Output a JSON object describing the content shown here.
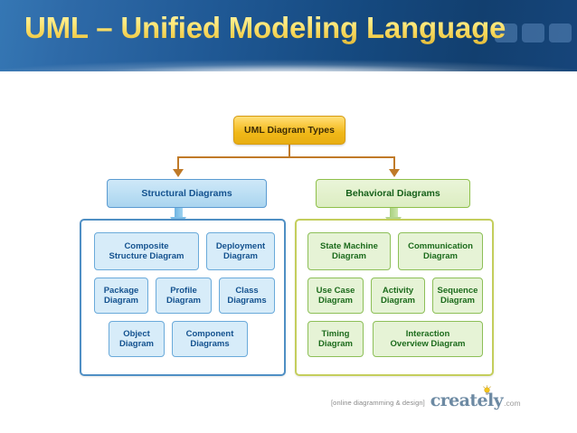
{
  "header": {
    "title": "UML – Unified Modeling Language",
    "decorative_squares": 3,
    "background_color": "#1f5894",
    "title_color": "#ffe87a"
  },
  "diagram": {
    "root": {
      "label": "UML Diagram Types",
      "fill_color": "#f0b818",
      "border_color": "#d79b10",
      "text_color": "#3d2c05"
    },
    "connector_color": "#c07a28",
    "branches": [
      {
        "id": "structural",
        "label": "Structural Diagrams",
        "fill_color": "#bcdff4",
        "border_color": "#5b9bd1",
        "text_color": "#14528f",
        "arrow_color": "#7cbde7",
        "container_border_color": "#4f8fc4",
        "rows": [
          [
            "Composite\nStructure Diagram",
            "Deployment\nDiagram"
          ],
          [
            "Package\nDiagram",
            "Profile\nDiagram",
            "Class\nDiagrams"
          ],
          [
            "Object\nDiagram",
            "Component\nDiagrams"
          ]
        ],
        "items": [
          "Composite Structure Diagram",
          "Deployment Diagram",
          "Package Diagram",
          "Profile Diagram",
          "Class Diagrams",
          "Object Diagram",
          "Component Diagrams"
        ],
        "labels": {
          "composite": "Composite\nStructure Diagram",
          "deployment": "Deployment\nDiagram",
          "package": "Package\nDiagram",
          "profile": "Profile\nDiagram",
          "class": "Class\nDiagrams",
          "object": "Object\nDiagram",
          "component": "Component\nDiagrams"
        }
      },
      {
        "id": "behavioral",
        "label": "Behavioral Diagrams",
        "fill_color": "#e3f1cd",
        "border_color": "#8ec04a",
        "text_color": "#16601a",
        "arrow_color": "#b4d68d",
        "container_border_color": "#c4ce5c",
        "rows": [
          [
            "State Machine\nDiagram",
            "Communication\nDiagram"
          ],
          [
            "Use Case\nDiagram",
            "Activity\nDiagram",
            "Sequence\nDiagram"
          ],
          [
            "Timing\nDiagram",
            "Interaction\nOverview Diagram"
          ]
        ],
        "items": [
          "State Machine Diagram",
          "Communication Diagram",
          "Use Case Diagram",
          "Activity Diagram",
          "Sequence Diagram",
          "Timing Diagram",
          "Interaction Overview Diagram"
        ],
        "labels": {
          "state_machine": "State Machine\nDiagram",
          "communication": "Communication\nDiagram",
          "use_case": "Use Case\nDiagram",
          "activity": "Activity\nDiagram",
          "sequence": "Sequence\nDiagram",
          "timing": "Timing\nDiagram",
          "interaction_overview": "Interaction\nOverview Diagram"
        }
      }
    ]
  },
  "footer": {
    "tagline": "[online diagramming & design]",
    "brand": "creately",
    "suffix": ".com",
    "brand_color": "#6d8aa3",
    "bulb_color": "#f5c518"
  }
}
